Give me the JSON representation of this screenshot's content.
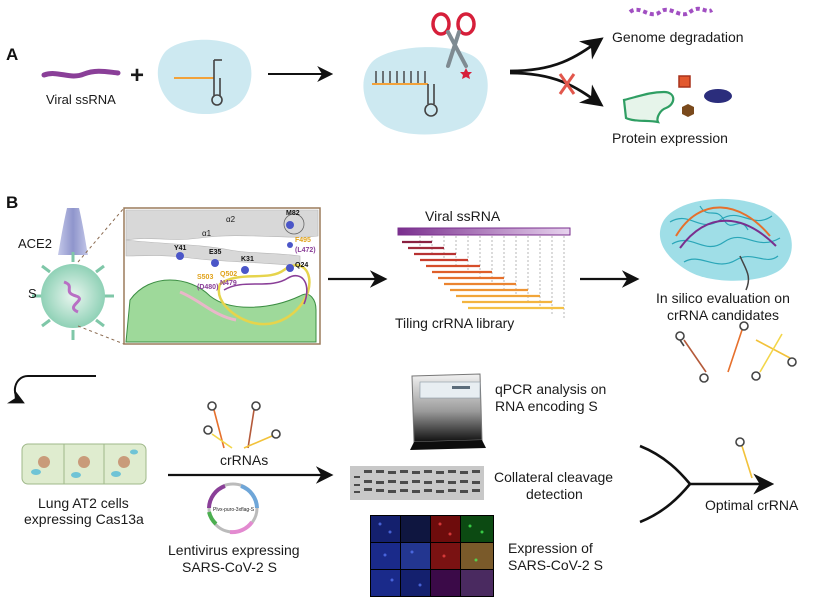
{
  "panel_a": {
    "label": "A",
    "viral_ssrna": "Viral ssRNA",
    "plus": "+",
    "genome_degradation": "Genome degradation",
    "protein_expression": "Protein expression"
  },
  "panel_b": {
    "label": "B",
    "ace2": "ACE2",
    "s": "S",
    "structure": {
      "a2": "α2",
      "a1": "α1",
      "residues": {
        "m82": "M82",
        "y41": "Y41",
        "e35": "E35",
        "k31": "K31",
        "q24": "Q24",
        "f495": "F495",
        "l472": "(L472)",
        "s503": "S503",
        "q502": "Q502",
        "d480": "(D480)",
        "n479": "N479"
      }
    },
    "viral_ssrna_bar": "Viral ssRNA",
    "tiling": "Tiling crRNA library",
    "in_silico_1": "In silico evaluation on",
    "in_silico_2": "crRNA candidates",
    "lung_1": "Lung AT2 cells",
    "lung_2": "expressing Cas13a",
    "crrnas": "crRNAs",
    "plasmid_label": "Plvx-puro-3xflag-S",
    "lenti_1": "Lentivirus expressing",
    "lenti_2": "SARS-CoV-2 S",
    "qpcr_1": "qPCR analysis on",
    "qpcr_2": "RNA encoding S",
    "collateral_1": "Collateral cleavage",
    "collateral_2": "detection",
    "expression_1": "Expression of",
    "expression_2": "SARS-CoV-2 S",
    "optimal": "Optimal crRNA"
  },
  "colors": {
    "viral_rna": "#8a3f98",
    "viral_rna_light": "#d8b6e2",
    "cas13_blob": "#cde9f1",
    "crrna_orange": "#f2a23a",
    "scissors_red": "#d61f3a",
    "ace2_purple": "#a9aed6",
    "virus_green": "#bfe6d6",
    "cell_green": "#dfeccf",
    "nucleus": "#c99b7a",
    "tiling_gradient": [
      "#8a2040",
      "#c0392b",
      "#e3682a",
      "#f1a23a",
      "#f6c24a"
    ]
  }
}
